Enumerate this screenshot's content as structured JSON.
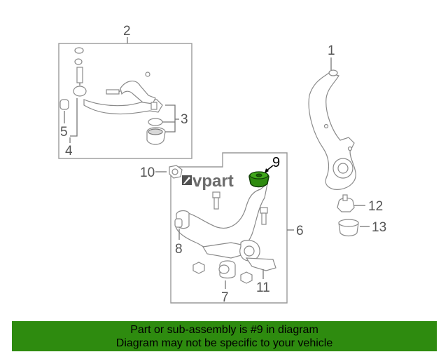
{
  "diagram": {
    "labels": {
      "n1": "1",
      "n2": "2",
      "n3": "3",
      "n4": "4",
      "n5": "5",
      "n6": "6",
      "n7": "7",
      "n8": "8",
      "n9": "9",
      "n10": "10",
      "n11": "11",
      "n12": "12",
      "n13": "13"
    },
    "watermark": "vpart",
    "highlight_color": "#2e8b0f"
  },
  "banner": {
    "line1": "Part or sub-assembly is #9 in diagram",
    "line2": "Diagram may not be specific to your vehicle",
    "bg_color": "#2e8b0f"
  }
}
